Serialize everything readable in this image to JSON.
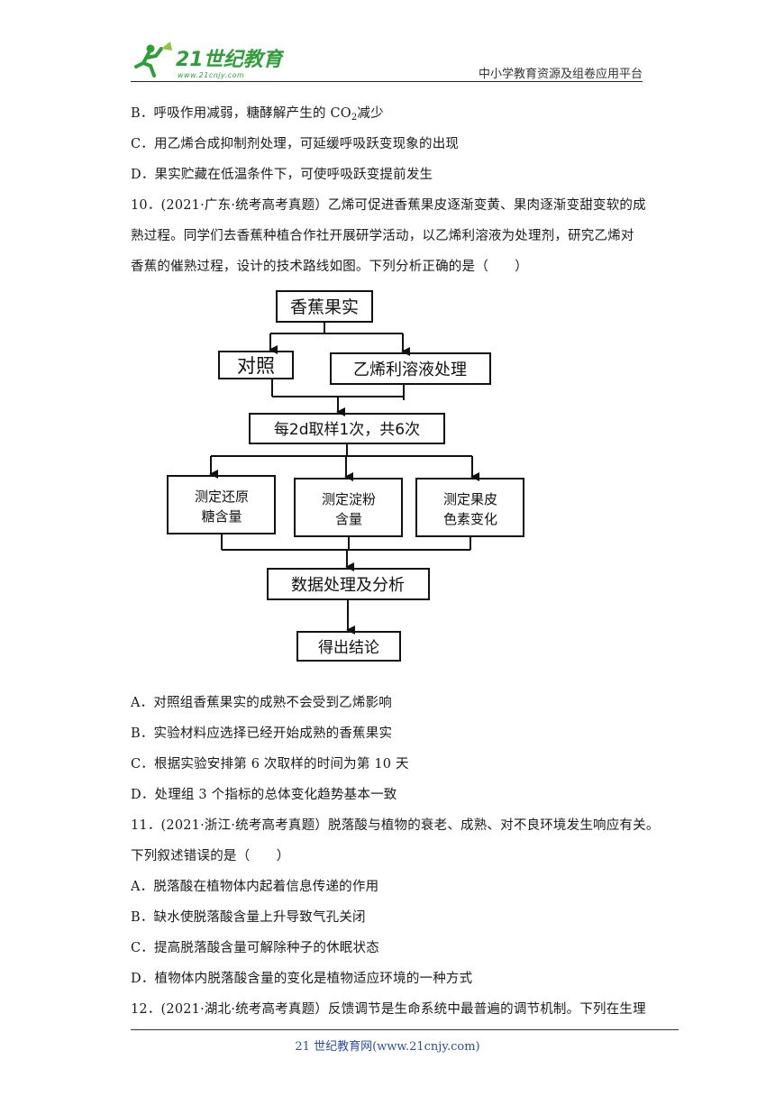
{
  "header": {
    "logo_text": "21世纪教育",
    "logo_url_text": "www.21cnjy.com",
    "platform": "中小学教育资源及组卷应用平台"
  },
  "lines": {
    "q9b_pre": "B．呼吸作用减弱，糖酵解产生的 CO",
    "q9b_sub": "2",
    "q9b_post": "减少",
    "q9c": "C．用乙烯合成抑制剂处理，可延缓呼吸跃变现象的出现",
    "q9d": "D．果实贮藏在低温条件下，可使呼吸跃变提前发生",
    "q10_1": "10．(2021·广东·统考高考真题）乙烯可促进香蕉果皮逐渐变黄、果肉逐渐变甜变软的成",
    "q10_2": "熟过程。同学们去香蕉种植合作社开展研学活动，以乙烯利溶液为处理剂，研究乙烯对",
    "q10_3": "香蕉的催熟过程，设计的技术路线如图。下列分析正确的是（　　）",
    "q10a": "A．对照组香蕉果实的成熟不会受到乙烯影响",
    "q10b": "B．实验材料应选择已经开始成熟的香蕉果实",
    "q10c": "C．根据实验安排第 6 次取样的时间为第 10 天",
    "q10d": "D．处理组 3 个指标的总体变化趋势基本一致",
    "q11_1": "11．(2021·浙江·统考高考真题）脱落酸与植物的衰老、成熟、对不良环境发生响应有关。",
    "q11_2": "下列叙述错误的是（　　）",
    "q11a": "A．脱落酸在植物体内起着信息传递的作用",
    "q11b": "B．缺水使脱落酸含量上升导致气孔关闭",
    "q11c": "C．提高脱落酸含量可解除种子的休眠状态",
    "q11d": "D．植物体内脱落酸含量的变化是植物适应环境的一种方式",
    "q12_1": "12．(2021·湖北·统考高考真题）反馈调节是生命系统中最普遍的调节机制。下列在生理"
  },
  "diagram": {
    "banana": "香蕉果实",
    "control": "对照",
    "treatment": "乙烯利溶液处理",
    "sampling": "每2d取样1次，共6次",
    "sugar_1": "测定还原",
    "sugar_2": "糖含量",
    "starch_1": "测定淀粉",
    "starch_2": "含量",
    "peel_1": "测定果皮",
    "peel_2": "色素变化",
    "analysis": "数据处理及分析",
    "conclusion": "得出结论"
  },
  "footer": {
    "text": "21 世纪教育网(www.21cnjy.com)"
  }
}
